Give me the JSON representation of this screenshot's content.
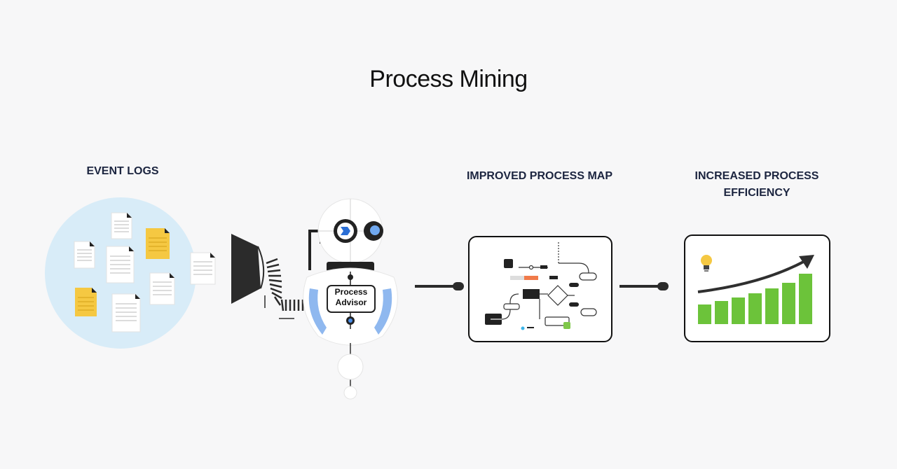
{
  "title": "Process Mining",
  "labels": {
    "event_logs": "EVENT LOGS",
    "improved_map": "IMPROVED PROCESS MAP",
    "efficiency_line1": "INCREASED PROCESS",
    "efficiency_line2": "EFFICIENCY"
  },
  "robot": {
    "badge_line1": "Process",
    "badge_line2": "Advisor"
  },
  "colors": {
    "circle_bg": "#d8ecf8",
    "note_yellow": "#f5c842",
    "bar_green": "#6cc33a",
    "accent_blue": "#3b7be0",
    "dark": "#222222"
  },
  "icons": [
    "document-icon",
    "sticky-note-icon",
    "funnel-icon",
    "robot-icon",
    "lightbulb-icon",
    "trend-arrow-icon",
    "flowchart-icon"
  ]
}
